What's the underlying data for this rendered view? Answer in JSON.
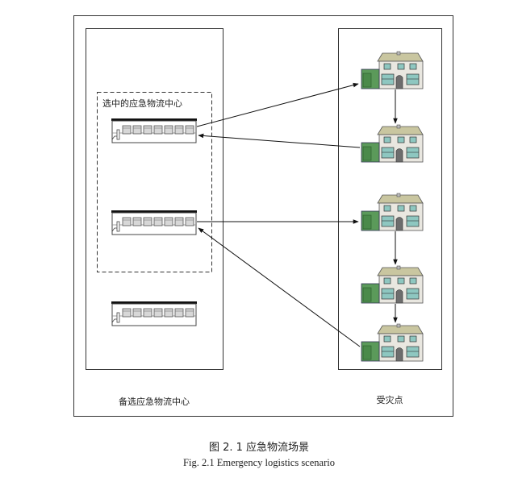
{
  "labels": {
    "selected_group": "选中的应急物流中心",
    "candidate_centers": "备选应急物流中心",
    "disaster_points": "受灾点"
  },
  "caption": {
    "cn": "图 2. 1    应急物流场景",
    "en": "Fig. 2.1    Emergency logistics scenario"
  },
  "icons": {
    "warehouse": "warehouse-icon",
    "house": "house-icon"
  },
  "colors": {
    "line": "#111111",
    "house_roof": "#c9c6a0",
    "house_wall": "#e9e7e0",
    "house_green": "#5b9a5a",
    "house_window": "#8ec7c0",
    "warehouse_door": "#d7d7d7"
  }
}
